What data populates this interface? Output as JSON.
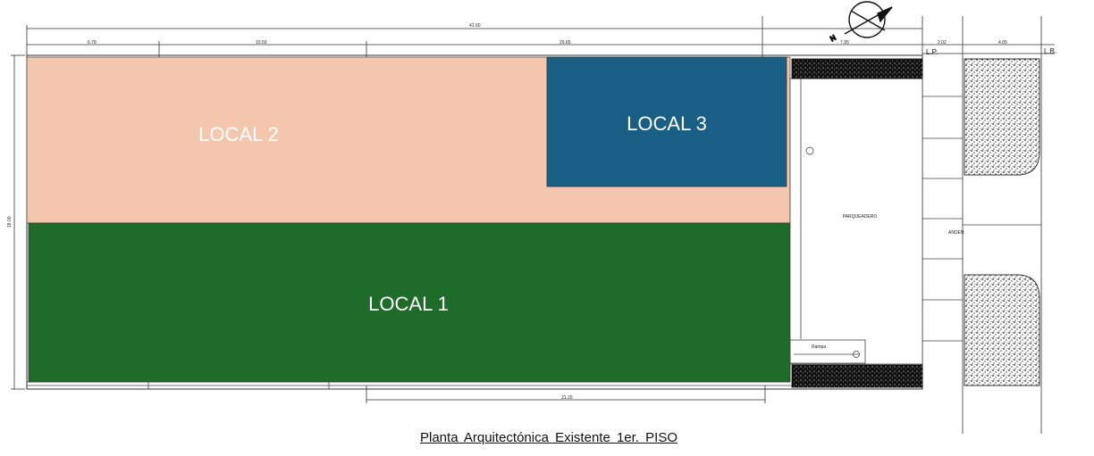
{
  "rooms": {
    "local1": "LOCAL 1",
    "local2": "LOCAL 2",
    "local3": "LOCAL 3"
  },
  "parking_label": "PARQUEADERO",
  "sidewalk_label": "ANDEN",
  "lp_label": "L.P.",
  "lb_label": "L.B.",
  "door_label": "Rampa",
  "dimensions": {
    "overall": "41.60",
    "d1": "6.78",
    "d2": "10.50",
    "d3": "20.65",
    "d4": "7.95",
    "d5": "2.02",
    "d6": "4.05",
    "bottom": "21.20",
    "height": "18.00"
  },
  "caption": "Planta  Arquitectónica  Existente  1er. PISO",
  "colors": {
    "local1": "#1f6b2a",
    "local2": "#f4c6ad",
    "local3": "#195f85"
  }
}
